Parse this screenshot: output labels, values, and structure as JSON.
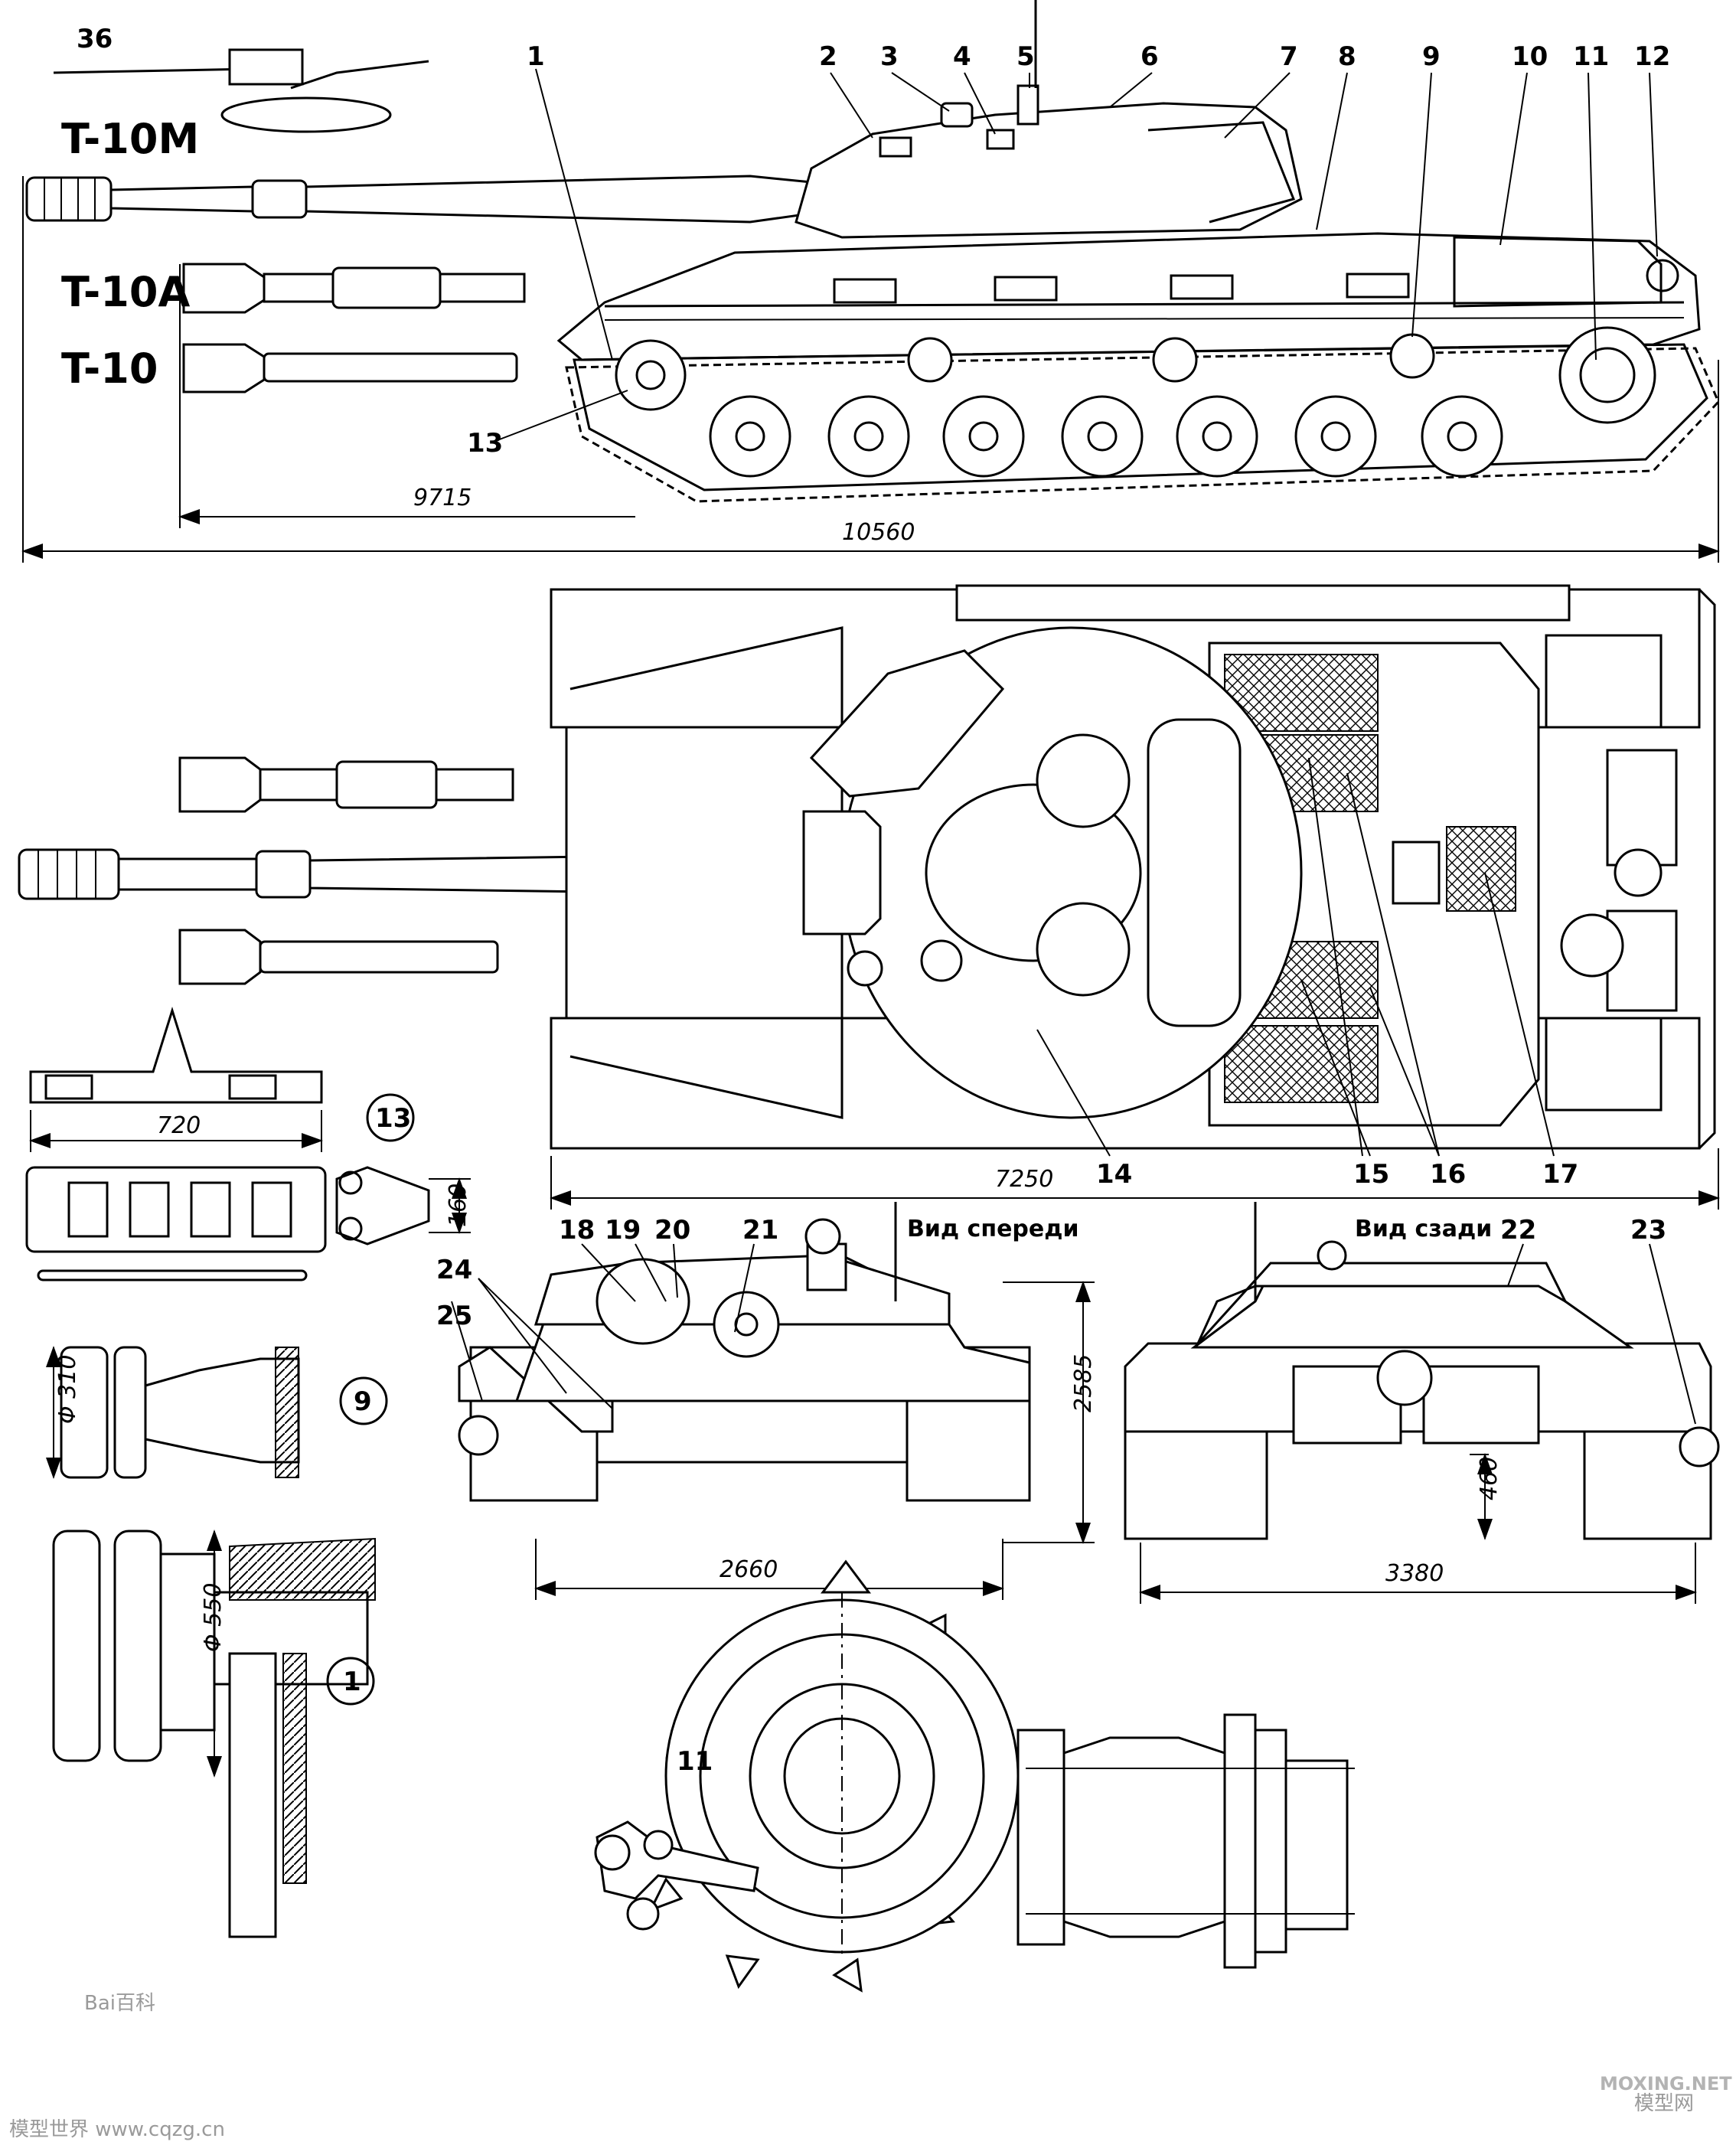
{
  "variants": [
    "T-10M",
    "T-10A",
    "T-10"
  ],
  "callouts": [
    "1",
    "2",
    "3",
    "4",
    "5",
    "6",
    "7",
    "8",
    "9",
    "10",
    "11",
    "12",
    "13",
    "14",
    "15",
    "16",
    "17",
    "18",
    "19",
    "20",
    "21",
    "22",
    "23",
    "24",
    "25",
    "36"
  ],
  "detail_circles": [
    "13",
    "9",
    "1",
    "11"
  ],
  "dimensions": {
    "d9715": "9715",
    "d10560": "10560",
    "d7250": "7250",
    "d720": "720",
    "d160": "160",
    "d310": "Φ 310",
    "d550": "Φ 550",
    "d2585": "2585",
    "d460": "460",
    "d2660": "2660",
    "d3380": "3380"
  },
  "views": {
    "front": "Вид спереди",
    "rear": "Вид сзади"
  },
  "watermarks": {
    "baidu": "Bai百科",
    "moxing": "MOXING.NET",
    "moxing_cn": "模型网",
    "source": "模型世界 www.cqzg.cn"
  }
}
